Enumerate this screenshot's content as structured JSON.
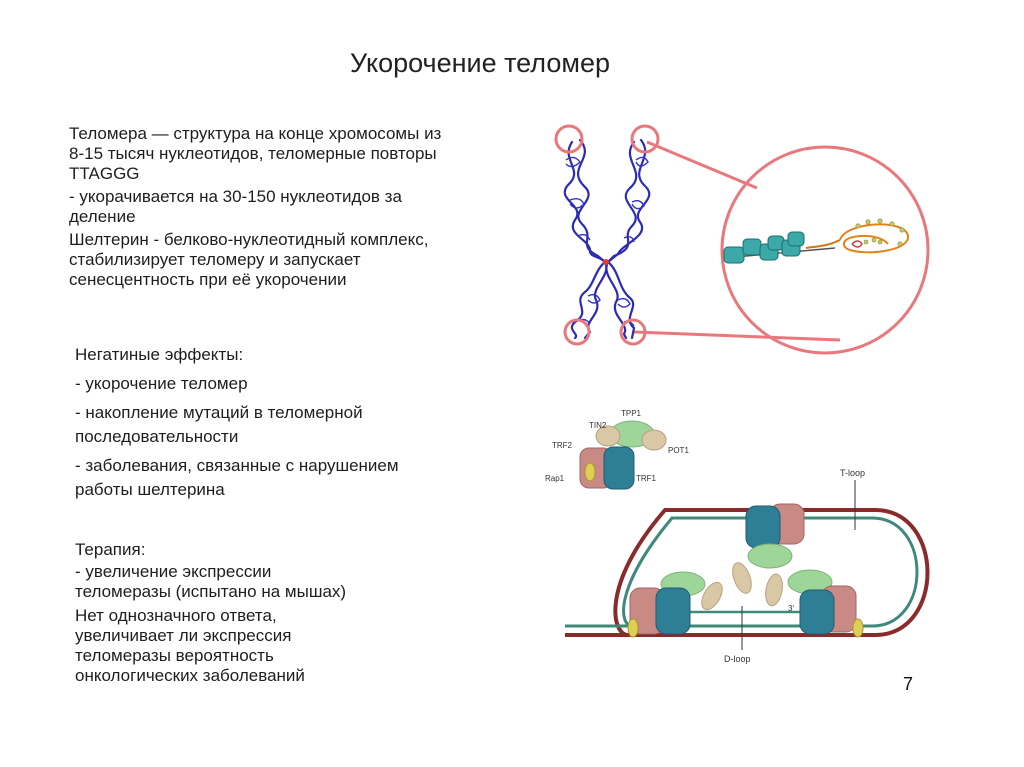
{
  "slide": {
    "title": "Укорочение теломер",
    "page_number": "7"
  },
  "intro": {
    "lines": [
      "Теломера — структура на конце хромосомы из",
      "8-15 тысяч нуклеотидов, теломерные повторы",
      "TTAGGG",
      "- укорачивается на 30-150 нуклеотидов за",
      "деление",
      "Шелтерин - белково-нуклеотидный комплекс,",
      "стабилизирует теломеру и запускает",
      "сенесцентность при её укорочении"
    ]
  },
  "negative": {
    "heading": "Негатиные эффекты:",
    "items": [
      "- укорочение теломер",
      "- накопление мутаций в теломерной",
      "последовательности",
      "- заболевания, связанные с нарушением",
      "работы шелтерина"
    ]
  },
  "therapy": {
    "heading": "Терапия:",
    "lines": [
      "- увеличение экспрессии",
      "теломеразы (испытано на мышах)",
      "Нет однозначного ответа,",
      "увеличивает ли экспрессия",
      "теломеразы вероятность",
      "онкологических заболеваний"
    ]
  },
  "figure_shelterin": {
    "labels": {
      "tin2": "TIN2",
      "tpp1": "TPP1",
      "trf2": "TRF2",
      "pot1": "POT1",
      "rap1": "Rap1",
      "trf1": "TRF1"
    }
  },
  "figure_loop": {
    "t_loop": "T-loop",
    "d_loop": "D-loop",
    "three_prime": "3'"
  },
  "colors": {
    "chromosome": "#2b2bb8",
    "highlight_circle": "#e8787c",
    "dna_outer": "#8a2a2a",
    "dna_inner": "#3d8a7a",
    "protein_pink": "#c98a86",
    "protein_teal": "#2e7f96",
    "protein_green": "#9ed69a",
    "protein_tan": "#d9c7a6"
  }
}
